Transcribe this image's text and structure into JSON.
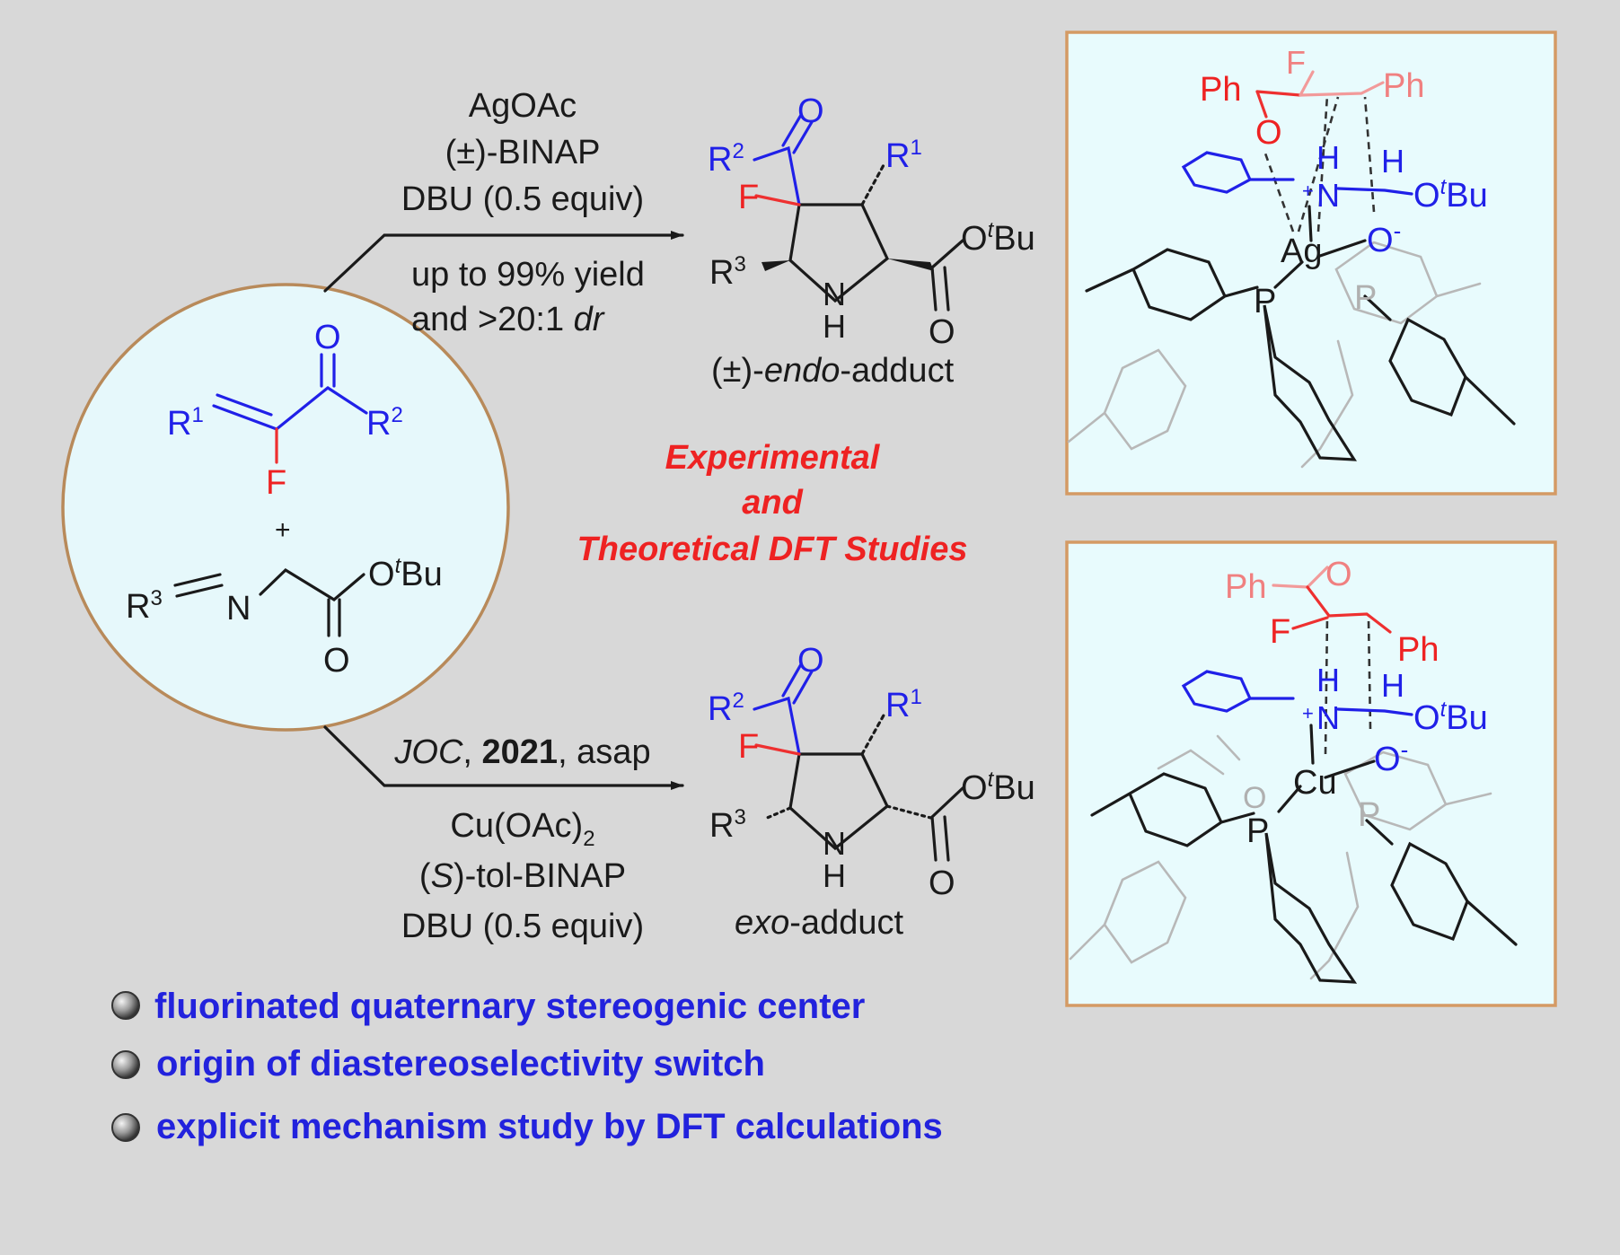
{
  "reactants": {
    "enone": {
      "r1": "R",
      "r1_sup": "1",
      "r2": "R",
      "r2_sup": "2",
      "o": "O",
      "f": "F"
    },
    "plus": "+",
    "imine": {
      "r3": "R",
      "r3_sup": "3",
      "n": "N",
      "o": "O",
      "otbu_o": "O",
      "otbu_t": "t",
      "otbu_bu": "Bu"
    }
  },
  "top_conditions": {
    "line1": "AgOAc",
    "line2": "(±)-BINAP",
    "line3": "DBU (0.5 equiv)",
    "line4": "up to 99% yield",
    "line5_a": "and >20:1 ",
    "line5_b": "dr"
  },
  "bottom_conditions": {
    "ref_journal": "JOC",
    "ref_sep1": ", ",
    "ref_year": "2021",
    "ref_rest": ", asap",
    "line2": "Cu(OAc)",
    "line2_sub": "2",
    "line3_a": "(",
    "line3_s": "S",
    "line3_b": ")-tol-BINAP",
    "line4": "DBU (0.5 equiv)"
  },
  "products": {
    "endo_label_a": "(±)-",
    "endo_label_b": "endo",
    "endo_label_c": "-adduct",
    "exo_label_a": "exo",
    "exo_label_b": "-adduct",
    "r1": "R",
    "r1_sup": "1",
    "r2": "R",
    "r2_sup": "2",
    "r3": "R",
    "r3_sup": "3",
    "o": "O",
    "f": "F",
    "n": "N",
    "h": "H",
    "otbu_o": "O",
    "otbu_t": "t",
    "otbu_bu": "Bu"
  },
  "center_text": {
    "line1": "Experimental",
    "line2": "and",
    "line3": "Theoretical DFT Studies"
  },
  "ts_labels": {
    "ph": "Ph",
    "f": "F",
    "o": "O",
    "h": "H",
    "n": "N",
    "plus": "+",
    "minus": "-",
    "otbu_o": "O",
    "otbu_t": "t",
    "otbu_bu": "Bu",
    "p": "P",
    "ag": "Ag",
    "cu": "Cu"
  },
  "bullets": [
    "fluorinated quaternary stereogenic center",
    "origin of diastereoselectivity switch",
    "explicit mechanism study by DFT calculations"
  ],
  "colors": {
    "background": "#d8d8d8",
    "circle_fill": "#e6f8fb",
    "circle_stroke": "#b88a5a",
    "box_fill": "#e8fbfd",
    "box_stroke": "#d49a64",
    "blue": "#2020e8",
    "red": "#ee2222"
  }
}
